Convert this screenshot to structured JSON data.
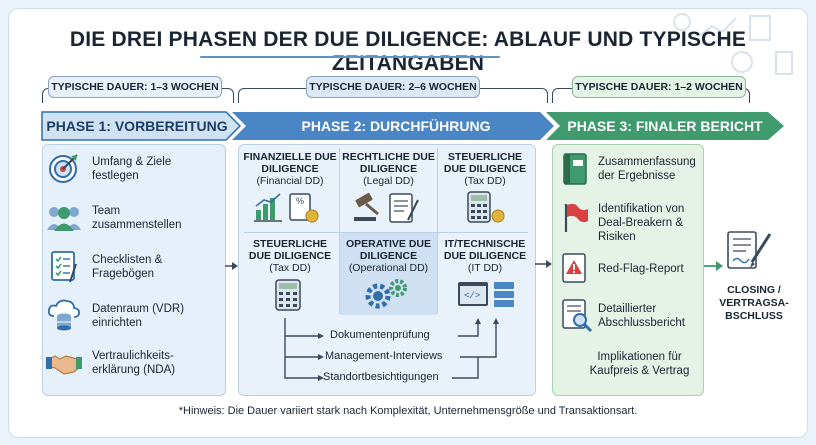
{
  "title": "DIE DREI PHASEN DER DUE DILIGENCE: ABLAUF UND TYPISCHE ZEITANGABEN",
  "phases": [
    {
      "duration": "TYPISCHE DAUER: 1–3 WOCHEN",
      "name": "PHASE 1: VORBEREITUNG",
      "items": [
        {
          "label": "Umfang & Ziele festlegen",
          "icon": "target-icon"
        },
        {
          "label": "Team zusammenstellen",
          "icon": "team-icon"
        },
        {
          "label": "Checklisten & Fragebögen",
          "icon": "checklist-icon"
        },
        {
          "label": "Datenraum (VDR) einrichten",
          "icon": "cloud-database-icon"
        },
        {
          "label": "Vertraulichkeits-erklärung (NDA)",
          "icon": "handshake-icon"
        }
      ]
    },
    {
      "duration": "TYPISCHE DAUER: 2–6 WOCHEN",
      "name": "PHASE 2: DURCHFÜHRUNG",
      "cells": [
        {
          "title": "FINANZIELLE DUE DILIGENCE",
          "sub": "(Financial DD)",
          "icon": "financial-chart-icon"
        },
        {
          "title": "RECHTLICHE DUE DILIGENCE",
          "sub": "(Legal DD)",
          "icon": "gavel-icon"
        },
        {
          "title": "STEUERLICHE DUE DILIGENCE",
          "sub": "(Tax DD)",
          "icon": "calculator-icon"
        },
        {
          "title": "STEUERLICHE DUE DILIGENCE",
          "sub": "(Tax DD)",
          "icon": "calculator-icon"
        },
        {
          "title": "OPERATIVE DUE DILIGENCE",
          "sub": "(Operational DD)",
          "icon": "gears-icon"
        },
        {
          "title": "IT/TECHNISCHE DUE DILIGENCE",
          "sub": "(IT DD)",
          "icon": "server-icon"
        }
      ],
      "activities": [
        "Dokumentenprüfung",
        "Management-Interviews",
        "Standortbesichtigungen"
      ]
    },
    {
      "duration": "TYPISCHE DAUER: 1–2 WOCHEN",
      "name": "PHASE 3: FINALER BERICHT",
      "items": [
        {
          "label": "Zusammenfassung der Ergebnisse",
          "icon": "binder-icon"
        },
        {
          "label": "Identifikation von Deal-Breakern & Risiken",
          "icon": "red-flag-icon"
        },
        {
          "label": "Red-Flag-Report",
          "icon": "warning-document-icon"
        },
        {
          "label": "Detaillierter Abschlussbericht",
          "icon": "report-magnifier-icon"
        }
      ],
      "implication": "Implikationen für Kaufpreis & Vertrag"
    }
  ],
  "closing": "CLOSING / VERTRAGSA-BSCHLUSS",
  "note": "*Hinweis: Die Dauer variiert stark nach Komplexität, Unternehmensgröße und Transaktionsart.",
  "colors": {
    "phase1": "#2f6ea8",
    "phase2": "#4a86c5",
    "phase3": "#3f9a6e",
    "phase1_panel": "#e6f0fa",
    "phase2_panel": "#d7e6f5",
    "phase3_panel": "#e4f3e6"
  }
}
